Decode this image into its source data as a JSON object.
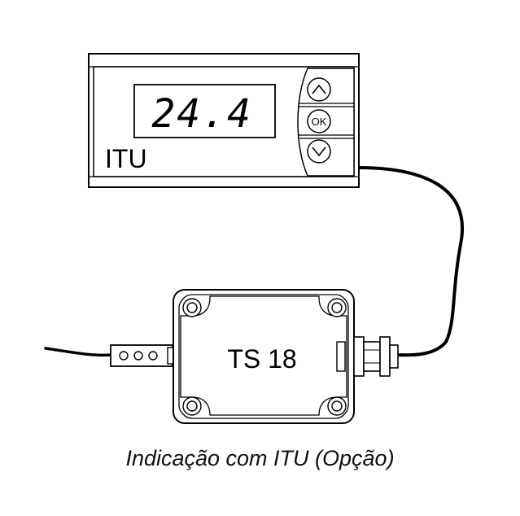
{
  "display": {
    "reading": "24.4",
    "label": "ITU"
  },
  "buttons": {
    "up_icon": "chevron-up-icon",
    "ok_label": "OK",
    "down_icon": "chevron-down-icon"
  },
  "sensor": {
    "label": "TS 18"
  },
  "caption": "Indicação com ITU (Opção)"
}
